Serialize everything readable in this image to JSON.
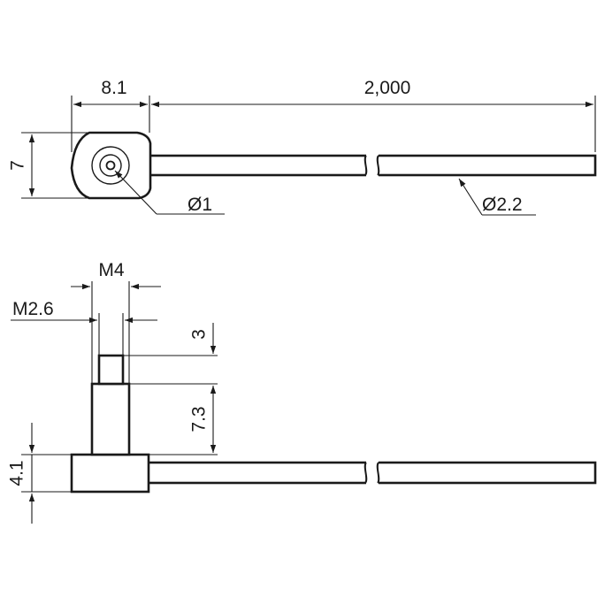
{
  "drawing": {
    "top_view": {
      "head_width": "8.1",
      "cable_length": "2,000",
      "head_height": "7",
      "core_diameter": "Ø1",
      "cable_diameter": "Ø2.2"
    },
    "side_view": {
      "thread_major": "M4",
      "thread_minor": "M2.6",
      "tip_length": "3",
      "thread_length": "7.3",
      "head_thickness": "4.1"
    }
  }
}
